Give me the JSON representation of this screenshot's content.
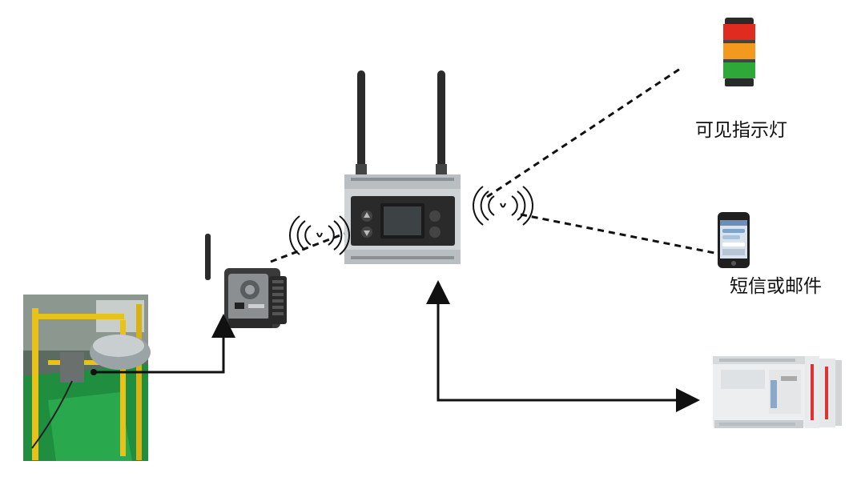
{
  "labels": {
    "indicator_light": "可见指示灯",
    "sms_or_email": "短信或邮件"
  },
  "colors": {
    "line": "#111111",
    "light_red": "#e02b20",
    "light_orange": "#f39a1e",
    "light_green": "#2fa83a",
    "floor_green": "#1f8f3f",
    "rail_yellow": "#e8c21a",
    "device_gray": "#cfd3d6",
    "device_dark": "#3a3a3a",
    "screen_dark": "#1b1b1b"
  },
  "icons": {
    "gateway": "wireless-gateway-icon",
    "sensor_node": "wireless-sensor-node-icon",
    "indicator": "stack-light-icon",
    "phone": "smartphone-icon",
    "plc": "plc-controller-icon",
    "machine": "machine-photo",
    "signal": "wireless-signal-icon"
  }
}
